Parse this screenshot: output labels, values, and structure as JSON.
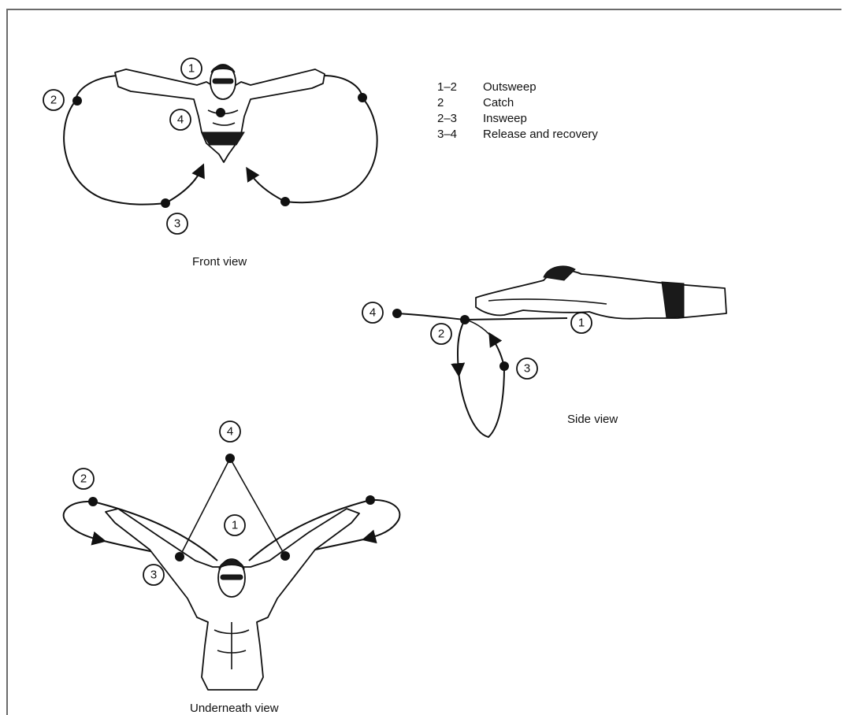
{
  "legend": [
    {
      "code": "1–2",
      "label": "Outsweep"
    },
    {
      "code": "2",
      "label": "Catch"
    },
    {
      "code": "2–3",
      "label": "Insweep"
    },
    {
      "code": "3–4",
      "label": "Release and recovery"
    }
  ],
  "views": {
    "front": {
      "caption": "Front view"
    },
    "side": {
      "caption": "Side view"
    },
    "underneath": {
      "caption": "Underneath view"
    }
  },
  "markers": {
    "m1": "1",
    "m2": "2",
    "m3": "3",
    "m4": "4"
  }
}
